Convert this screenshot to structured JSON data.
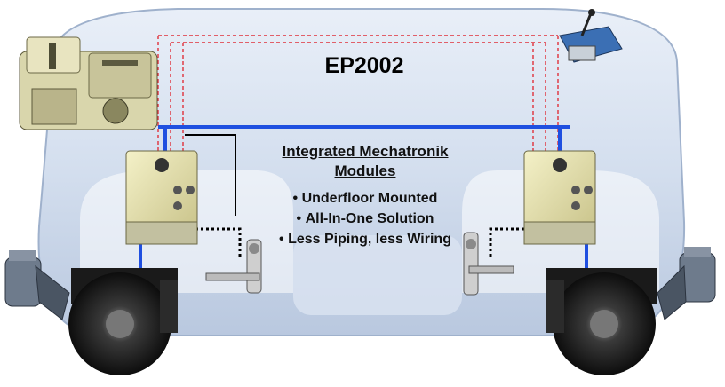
{
  "title": "EP2002",
  "modules": {
    "heading_line1": "Integrated Mechatronik",
    "heading_line2": "Modules",
    "bullets": [
      "Underfloor Mounted",
      "All-In-One Solution",
      "Less Piping, less Wiring"
    ]
  },
  "colors": {
    "bus_line": "#1f4fe0",
    "air_pipe": "#e0303a",
    "vehicle_body": "#cfdcee",
    "module_housing": "#e8e4a8"
  },
  "icons": [
    "vehicle-body-outline",
    "brake-compressor-unit",
    "brake-handle-controller",
    "gateway-valve-module-left",
    "gateway-valve-module-right",
    "pressure-valve-left",
    "pressure-valve-right",
    "brake-actuator-left",
    "brake-actuator-right",
    "bogie-wheel-left",
    "bogie-wheel-right"
  ]
}
